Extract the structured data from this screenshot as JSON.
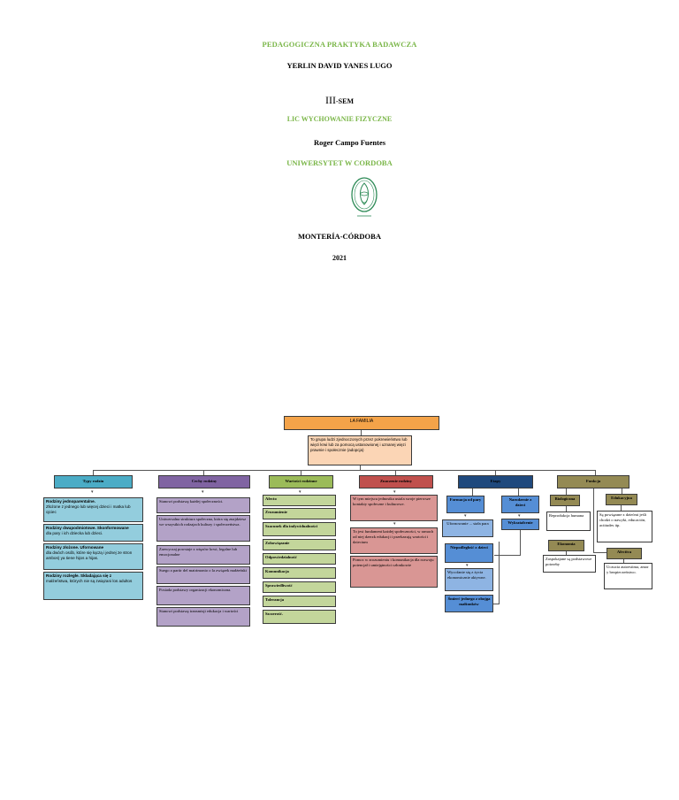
{
  "cover": {
    "title": "PEDAGOGICZNA PRAKTYKA BADAWCZA",
    "author": "YERLIN DAVID YANES LUGO",
    "semester_roman": "III",
    "semester_suffix": "-SEM",
    "program": "LIC WYCHOWANIE FIZYCZNE",
    "teacher": "Roger Campo Fuentes",
    "university": "UNIWERSYTET W CORDOBA",
    "city": "MONTERÍA-CÓRDOBA",
    "year": "2021"
  },
  "colors": {
    "green_text": "#7ab648",
    "root": "#f4a349",
    "definition": "#fbd5b5",
    "typy": "#4bacc6",
    "typy_items": "#93cddd",
    "cechy": "#8064a2",
    "cechy_items": "#b3a2c7",
    "wartosci": "#9bbb59",
    "wartosci_items": "#c3d69b",
    "znaczenie": "#c0504d",
    "znaczenie_items": "#d99694",
    "etapy": "#1f497d",
    "etapy_items": "#558ed5",
    "etapy_light": "#8eb4e3",
    "funkcja": "#948a54",
    "white": "#ffffff"
  },
  "map": {
    "root": "LA FAMILIA",
    "definition": "To grupa ludzi zjednoczonych przez pokrewieństwo lub więzi krwi lub za pomocą ustanowionej i uznanej więzi prawnie i społecznie (adopcja)",
    "typy": {
      "header": "Typy rodzin",
      "items": [
        {
          "title": "Rodziny jednoparentalne.",
          "text": "Złożone z jednego lub więcej dzieci i matka lub ojciec"
        },
        {
          "title": "Rodziny dwupodmiotowe. Skonformowane",
          "text": "dla pary i ich dziecka lub dzieci."
        },
        {
          "title": "Rodziny złożone. Ufornowane",
          "text": "dla dwóch osób, które się łączą i jednej ze stron ambos) ya tiene hijos a hijas."
        },
        {
          "title": "Rodziny rozległe. Składająca się z",
          "text": "małżeństwa, których nie są związani los adultos"
        }
      ]
    },
    "cechy": {
      "header": "Cechy rodziny",
      "items": [
        "Stanowi podstawę każdej społeczności.",
        "Uniwersalna struktura społeczna, która się znajdziesz we wszystkich rodzajach kultury i społeczeństwa.",
        "Zaewyczaj powstaje z więzów krwi, legalne lub emocjonalne",
        "Suego a partir del matrimonio o la związek małżeński",
        "Posiada podstawy organizacji ekonomiczna.",
        "Stanowi podstawę transmisji edukacja i wartości"
      ]
    },
    "wartosci": {
      "header": "Wartości rodzinne",
      "items": [
        "Afecto",
        "Zrozumienie",
        "Szacunek dla indywidualności",
        "Zobowiązanie",
        "Odpowiedzialność",
        "Komunikacja",
        "Sprawiedliwość",
        "Tolerancja",
        "Szczerość."
      ]
    },
    "znaczenie": {
      "header": "Znaczenie rodziny",
      "items": [
        "W tym miejscu jednostka ustala swoje pierwsze kontakty społeczne i kulturowe.",
        "To jest fundament każdej społeczności, w ramach od niej dzerzk edukacji i przekazują wartości i dziecium",
        "Pomoc w zrozumieniu i komunikacja dla rozwoju potencjał i umiejętności członkowie"
      ]
    },
    "etapy": {
      "header": "Etapy",
      "formacja": "Formacja od pary",
      "ufornowanie": "Ufornowanie ... stała para",
      "narodzenie": "Narodzenie z dzieci",
      "wychowanie": "Wykształcenie",
      "niepodleglosc": "Niepodległość z dzieci",
      "wycofanie": "Wycofanie się z życia ekonomicznie aktywne.",
      "smierc": "Śmierć jednego z obojga małżonków"
    },
    "funkcja": {
      "header": "Funkcja",
      "biologiczna": "Biologiczna",
      "biologiczna_text": "Reprodukcja humana",
      "edukacyjna": "Edukacyjna",
      "edukacyjna_text": "Są powiązane z dziećmi jeśli chodzi o nawyki, educación, actitudes itp.",
      "ekonomia": "Ekonomia",
      "ekonomia_text": "Zaspokajane są podstawowe potrzeby",
      "afectiva": "Afectiva",
      "afectiva_text": "Uczucia autoestima, amor y bezpieczeństwo."
    }
  }
}
